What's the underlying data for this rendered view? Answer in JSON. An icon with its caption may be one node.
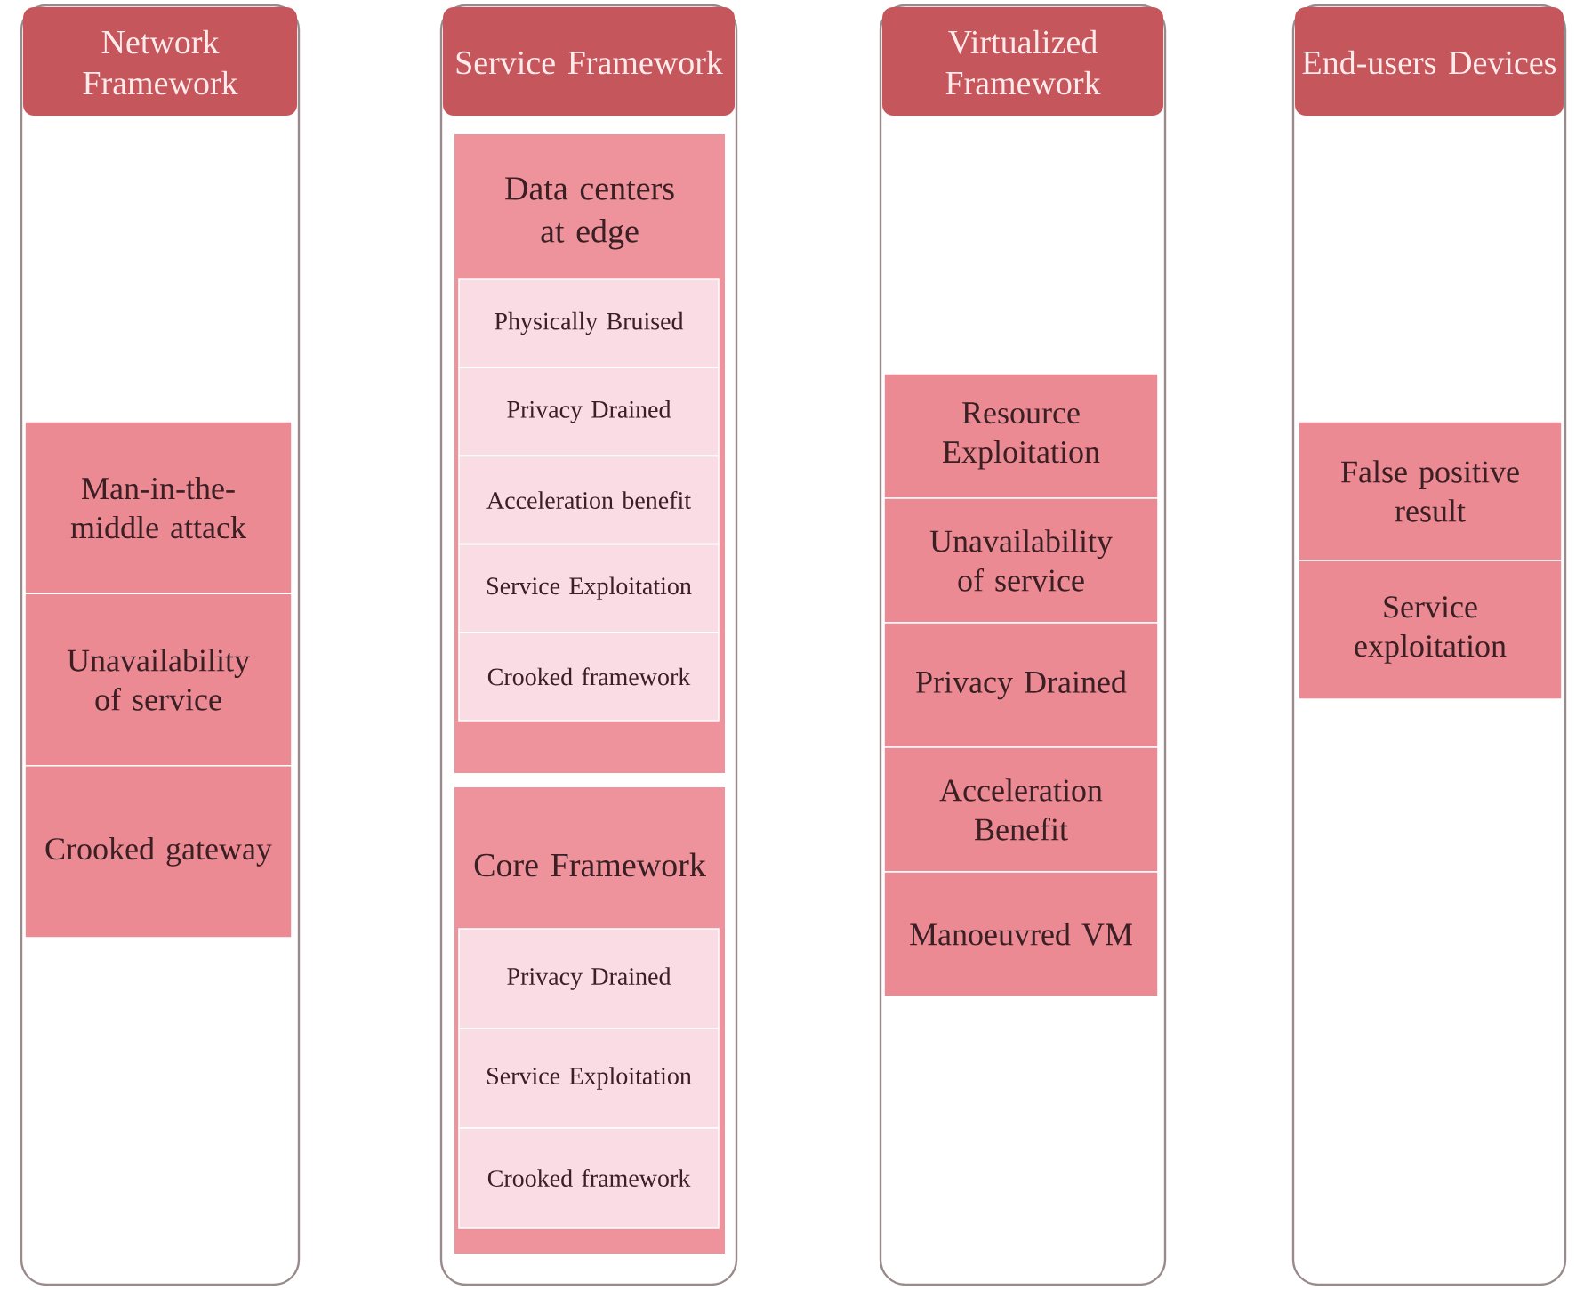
{
  "diagram": {
    "nodes": [
      {
        "text": [
          "Network Framework"
        ]
      },
      {
        "text": [
          "Man-in-the-middle attack"
        ],
        "in": 0
      },
      {
        "text": [
          "Unavailability of service"
        ],
        "in": 0
      },
      {
        "text": [
          "Crooked gateway"
        ],
        "in": 0
      },
      {
        "text": [
          "Service Framework"
        ]
      },
      {
        "text": [
          "Data centers at edge"
        ],
        "in": 4
      },
      {
        "text": [
          "Physically Bruised"
        ],
        "in": 5
      },
      {
        "text": [
          "Privacy Drained"
        ],
        "in": 5
      },
      {
        "text": [
          "Acceleration benefit"
        ],
        "in": 5
      },
      {
        "text": [
          "Service Exploitation"
        ],
        "in": 5
      },
      {
        "text": [
          "Crooked framework"
        ],
        "in": 5
      },
      {
        "text": [
          "Core Framework"
        ],
        "in": 4
      },
      {
        "text": [
          "Privacy Drained"
        ],
        "in": 11
      },
      {
        "text": [
          "Service Exploitation"
        ],
        "in": 11
      },
      {
        "text": [
          "Crooked framework"
        ],
        "in": 11
      },
      {
        "text": [
          "Virtualized Framework"
        ]
      },
      {
        "text": [
          "Resource Exploitation"
        ],
        "in": 15
      },
      {
        "text": [
          "Unavailability of service"
        ],
        "in": 15
      },
      {
        "text": [
          "Privacy Drained"
        ],
        "in": 15
      },
      {
        "text": [
          "Acceleration Benefit"
        ],
        "in": 15
      },
      {
        "text": [
          "Manoeuvred VM"
        ],
        "in": 15
      },
      {
        "text": [
          "End-users Devices"
        ]
      },
      {
        "text": [
          "False positive result"
        ],
        "in": 21
      },
      {
        "text": [
          "Service exploitation"
        ],
        "in": 21
      }
    ]
  }
}
